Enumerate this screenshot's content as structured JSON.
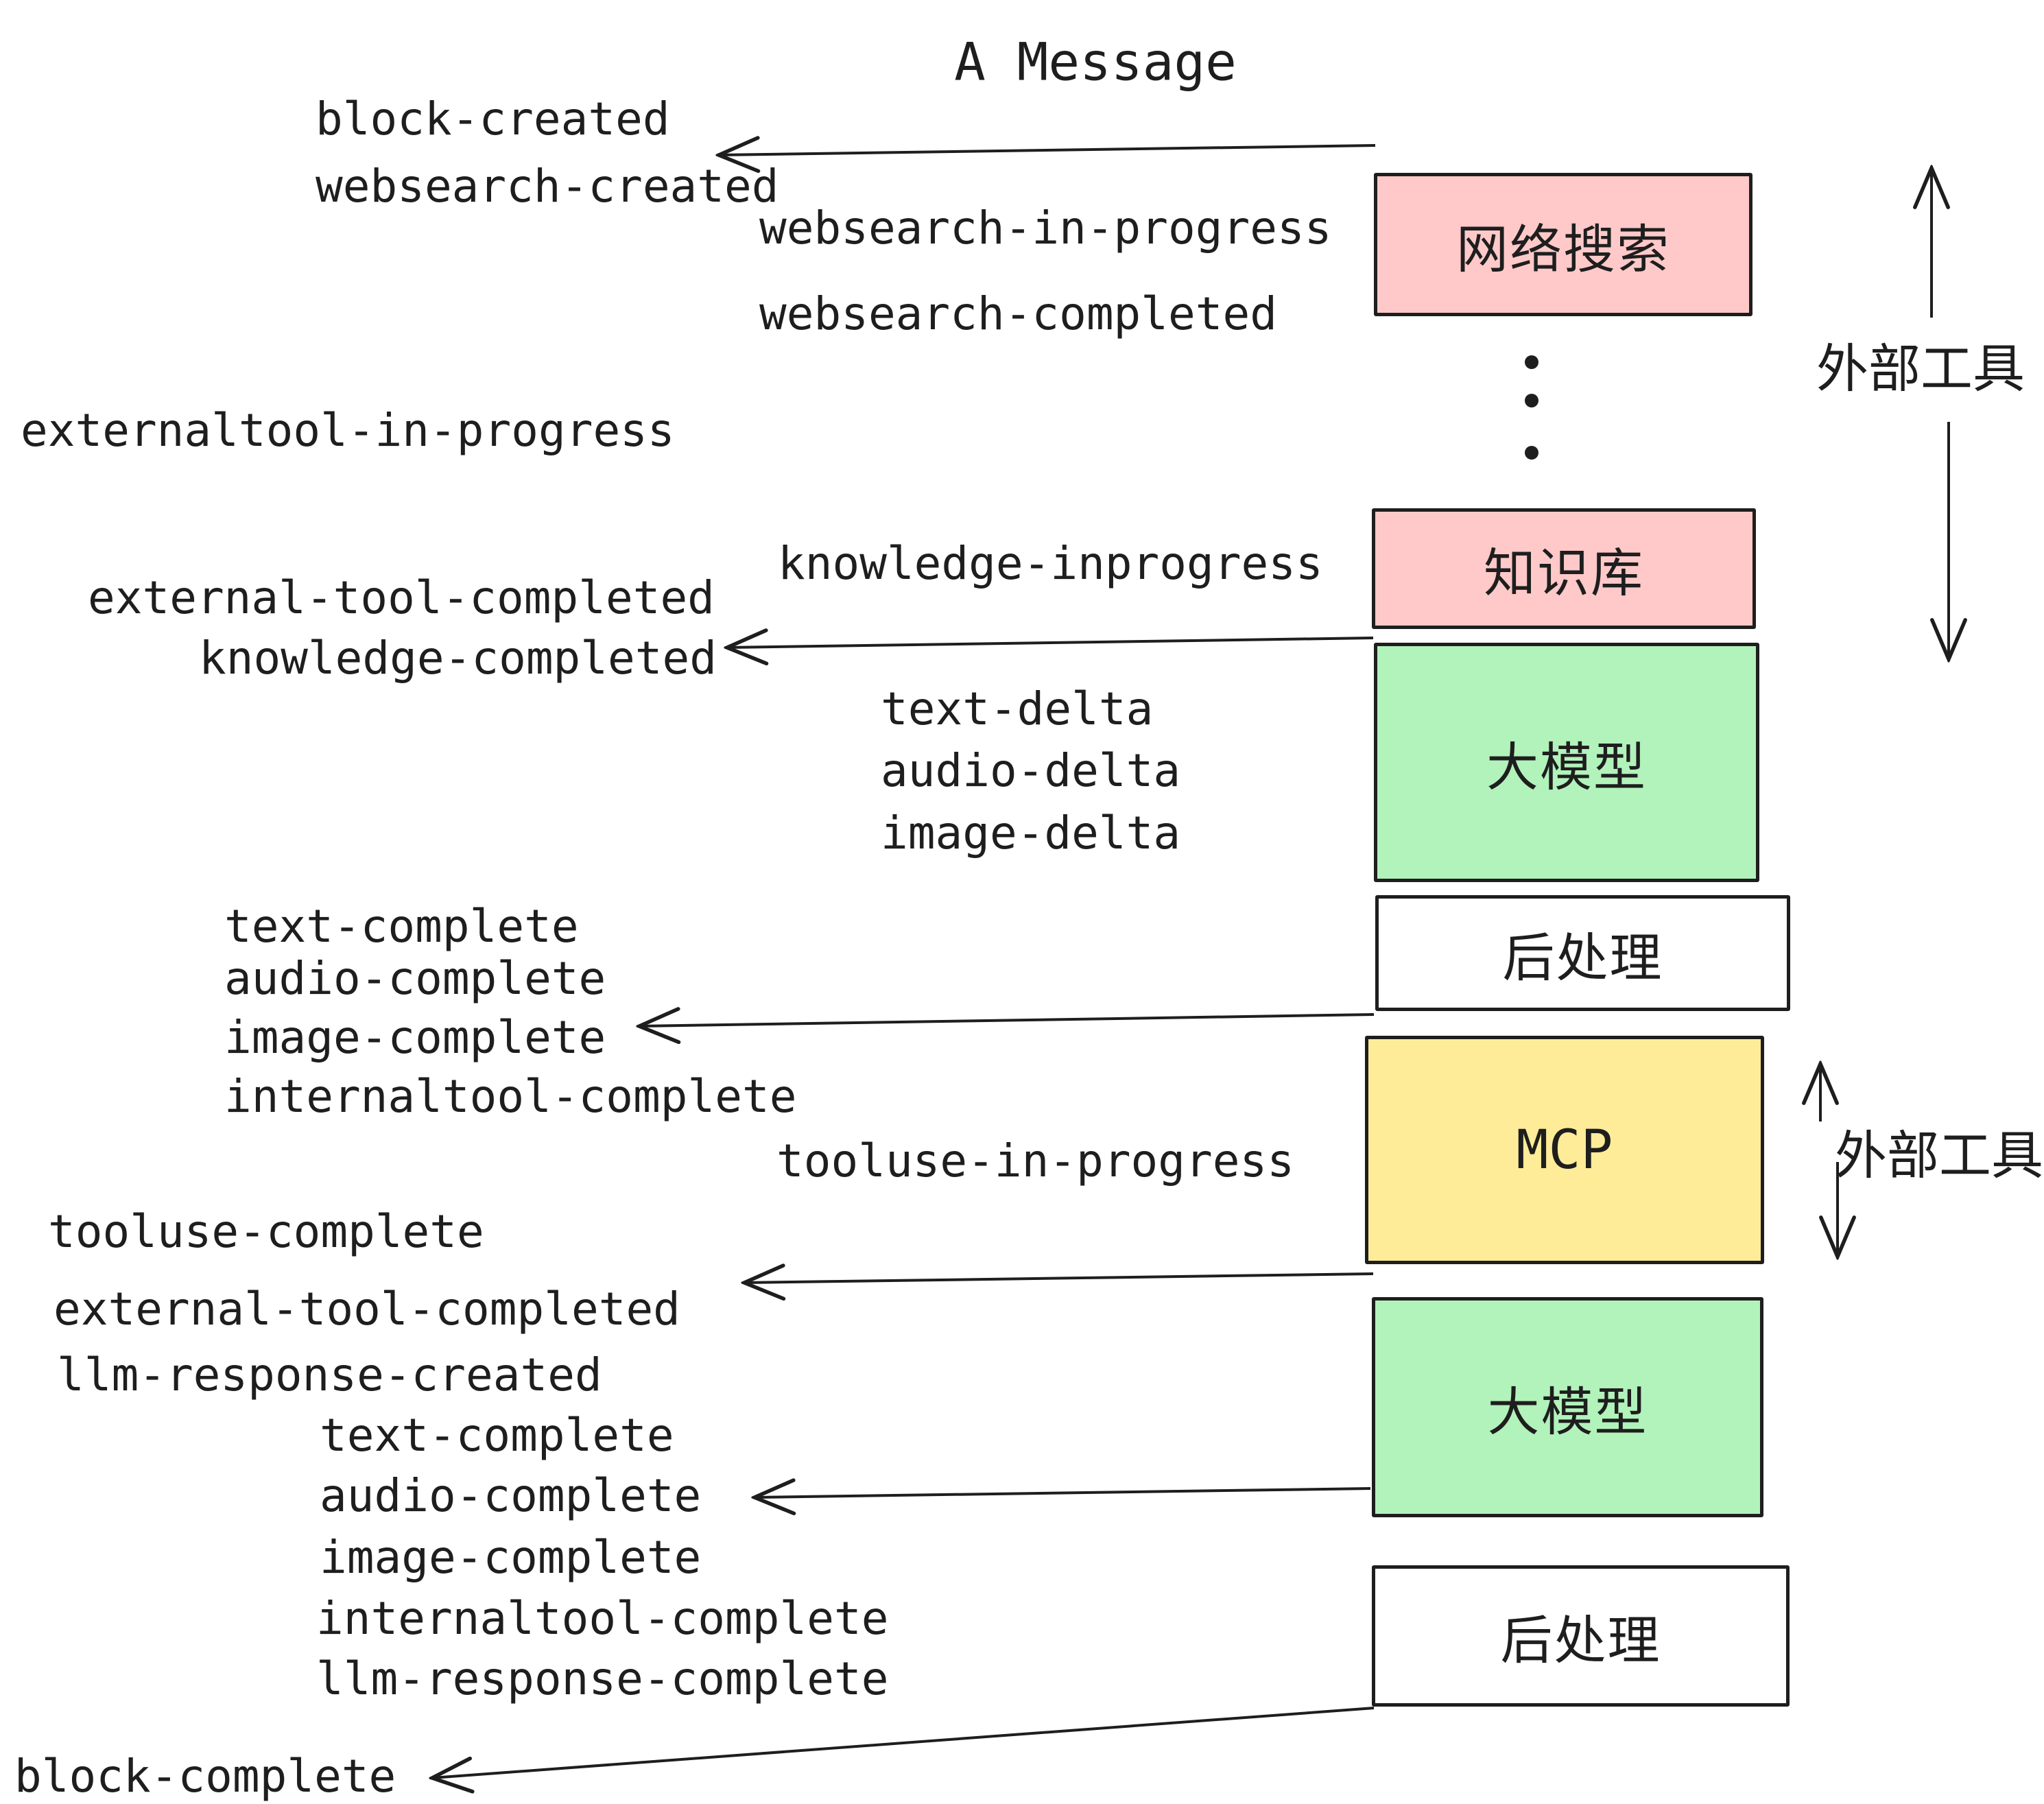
{
  "title": "A Message",
  "colors": {
    "ink": "#1e1e1e",
    "external_tool_box": "#ffc9c9",
    "llm_box": "#b2f2bb",
    "mcp_box": "#ffec99",
    "postprocess_box": "#ffffff",
    "background": "#ffffff"
  },
  "boxes": [
    {
      "label": "网络搜索",
      "fill": "#ffc9c9"
    },
    {
      "label": "知识库",
      "fill": "#ffc9c9"
    },
    {
      "label": "大模型",
      "fill": "#b2f2bb"
    },
    {
      "label": "后处理",
      "fill": "#ffffff"
    },
    {
      "label": "MCP",
      "fill": "#ffec99"
    },
    {
      "label": "大模型",
      "fill": "#b2f2bb"
    },
    {
      "label": "后处理",
      "fill": "#ffffff"
    }
  ],
  "annotations": [
    {
      "text": "外部工具"
    },
    {
      "text": "外部工具"
    }
  ],
  "events": [
    {
      "text": "block-created"
    },
    {
      "text": "websearch-created"
    },
    {
      "text": "websearch-in-progress"
    },
    {
      "text": "websearch-completed"
    },
    {
      "text": "externaltool-in-progress"
    },
    {
      "text": "knowledge-inprogress"
    },
    {
      "text": "external-tool-completed"
    },
    {
      "text": "knowledge-completed"
    },
    {
      "text": "text-delta"
    },
    {
      "text": "audio-delta"
    },
    {
      "text": "image-delta"
    },
    {
      "text": "text-complete"
    },
    {
      "text": "audio-complete"
    },
    {
      "text": "image-complete"
    },
    {
      "text": "internaltool-complete"
    },
    {
      "text": "tooluse-in-progress"
    },
    {
      "text": "tooluse-complete"
    },
    {
      "text": "external-tool-completed"
    },
    {
      "text": "llm-response-created"
    },
    {
      "text": "text-complete"
    },
    {
      "text": "audio-complete"
    },
    {
      "text": "image-complete"
    },
    {
      "text": "internaltool-complete"
    },
    {
      "text": "llm-response-complete"
    },
    {
      "text": "block-complete"
    }
  ]
}
